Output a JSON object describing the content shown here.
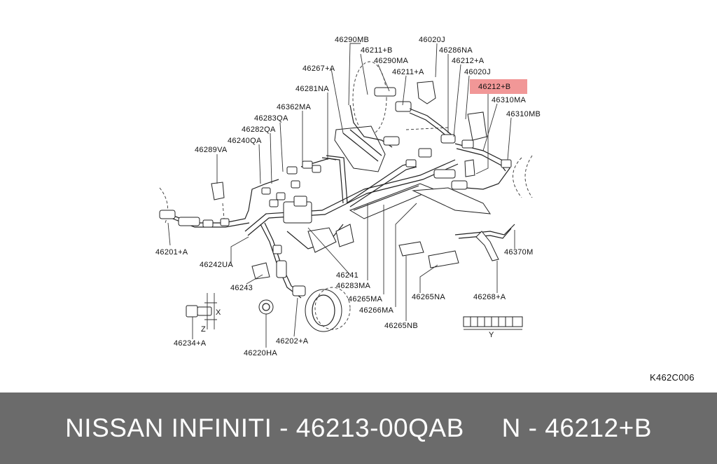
{
  "diagram": {
    "code": "K462C006",
    "highlighted_part": "46212+B",
    "highlight_color": "#f08c8c",
    "labels": [
      "46290MB",
      "46020J",
      "46211+B",
      "46286NA",
      "46290MA",
      "46212+A",
      "46267+A",
      "46211+A",
      "46020J",
      "46212+B",
      "46281NA",
      "46310MA",
      "46362MA",
      "46310MB",
      "46283QA",
      "46282QA",
      "46240QA",
      "46289VA",
      "46201+A",
      "46242UA",
      "46243",
      "46241",
      "46283MA",
      "46265MA",
      "46266MA",
      "46265NA",
      "46268+A",
      "46370M",
      "46265NB",
      "46234+A",
      "46220HA",
      "46202+A"
    ],
    "dimension_marks": [
      "X",
      "Z",
      "Y"
    ]
  },
  "footer": {
    "caption": "NISSAN INFINITI - 46213-00QAB     N - 46212+B",
    "background": "#6b6b6b",
    "text_color": "#ffffff"
  }
}
